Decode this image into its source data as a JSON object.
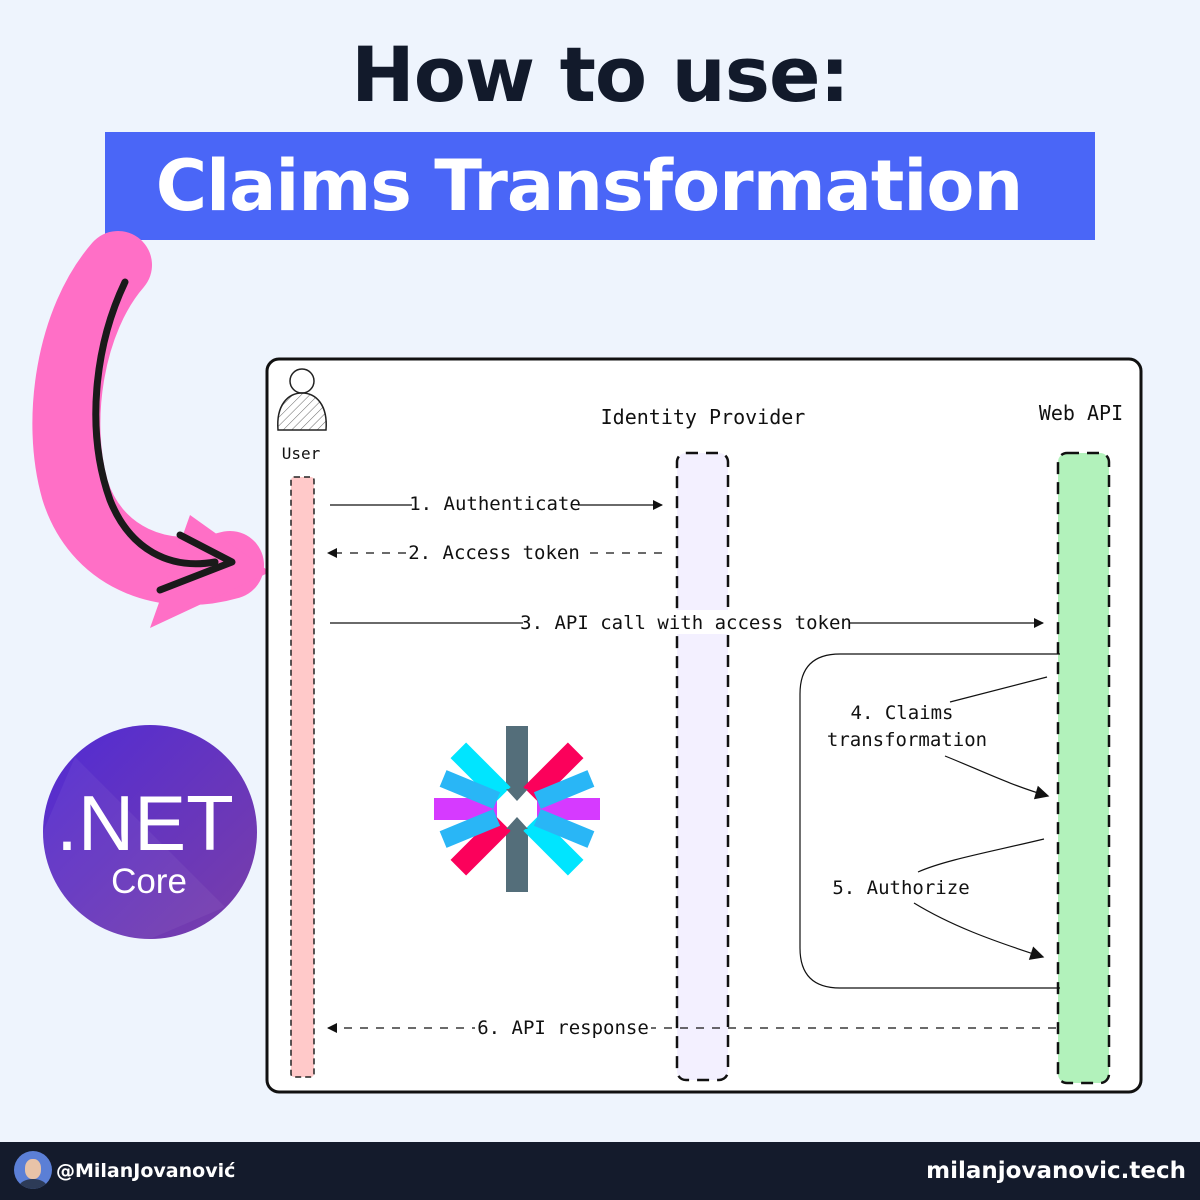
{
  "header": {
    "title": "How to use:",
    "banner": "Claims Transformation"
  },
  "diagram": {
    "actors": {
      "user": "User",
      "identity_provider": "Identity Provider",
      "web_api": "Web API"
    },
    "messages": [
      {
        "label": "1. Authenticate",
        "style": "solid"
      },
      {
        "label": "2. Access token",
        "style": "dashed"
      },
      {
        "label": "3. API call with access token",
        "style": "solid"
      },
      {
        "label": "6. API response",
        "style": "dashed"
      }
    ],
    "self_calls": {
      "claims_line1": "4. Claims",
      "claims_line2": "transformation",
      "authorize": "5. Authorize"
    }
  },
  "logos": {
    "net_main": ".NET",
    "net_sub": "Core",
    "net_icon": "dotnet-core-logo",
    "jwt_icon": "jwt-logo",
    "arrow_icon": "pink-curved-arrow-icon"
  },
  "footer": {
    "handle": "@MilanJovanović",
    "site": "milanjovanovic.tech"
  },
  "colors": {
    "background": "#eef4fd",
    "banner": "#4a66f7",
    "title": "#121a2b",
    "user_lifeline": "#ffc9c9",
    "idp_lifeline": "#f3f0ff",
    "api_lifeline": "#b2f2bb",
    "net_purple": "#5c2d91",
    "arrow_pink": "#ff6fc6",
    "footer": "#141b2c"
  }
}
